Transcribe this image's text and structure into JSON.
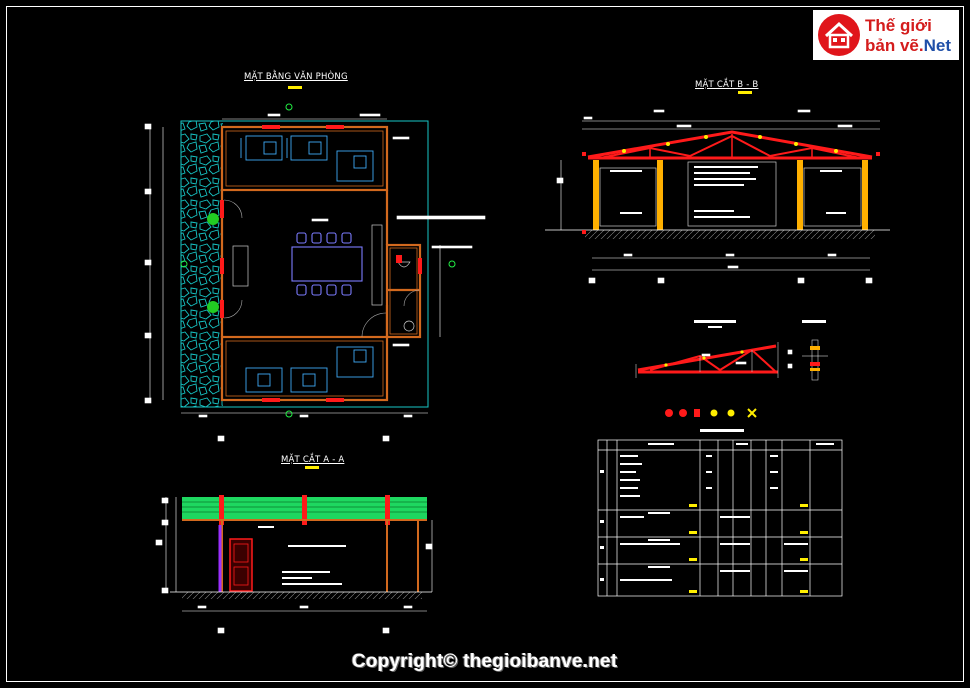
{
  "drawings": {
    "floor_plan_title": "MẶT BẰNG VĂN PHÒNG",
    "section_bb_title": "MẶT CẮT B - B",
    "section_aa_title": "MẶT CẮT A - A"
  },
  "logo": {
    "line1": "Thế giới",
    "line2_prefix": "bản vẽ.",
    "line2_suffix": "Net",
    "icon": "house-icon"
  },
  "footer": {
    "copyright": "Copyright© thegioibanve.net"
  },
  "colors": {
    "background": "#000000",
    "wall": "#d2691e",
    "rafter": "#ff1a1a",
    "column": "#ffb000",
    "roof": "#1ed760",
    "stone": "#17c6c6",
    "label_bar": "#ffee00",
    "logo_red": "#d41c1c",
    "logo_blue": "#1f4fa8"
  }
}
